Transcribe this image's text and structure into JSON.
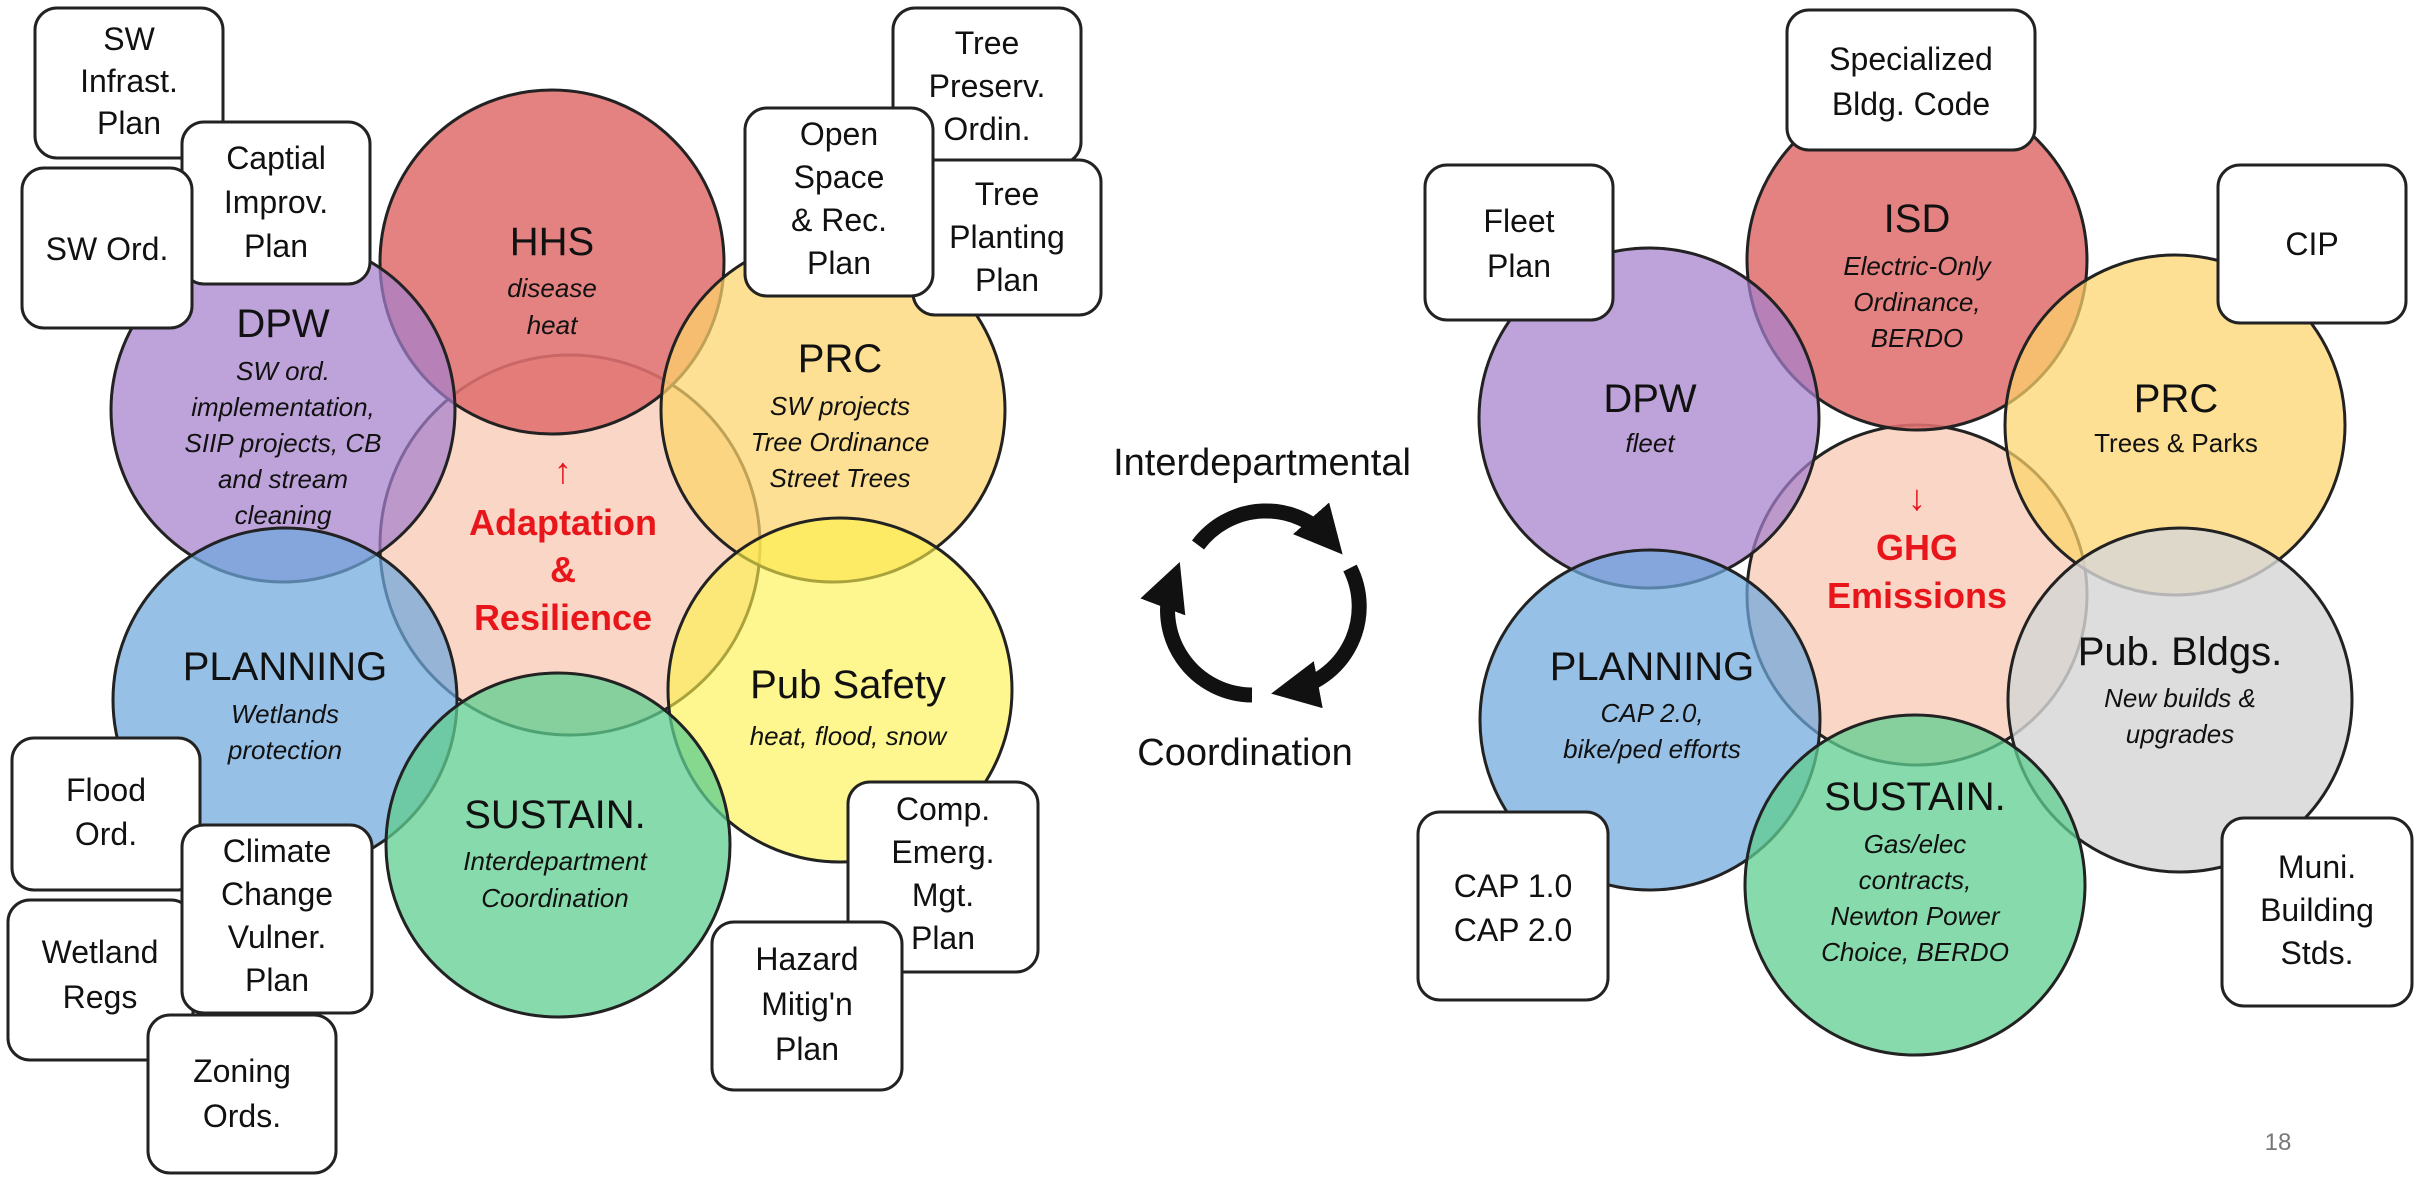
{
  "colors": {
    "hhs": "#e07070",
    "isd": "#e07070",
    "dpw": "#a57fcc",
    "prc": "#fcd46a",
    "planning": "#6fa8dc",
    "sustain": "#5fce8f",
    "pub_safety": "#fdf24a",
    "pub_bldgs": "#d6d6d6",
    "center": "#f9d6c6",
    "hub_text": "#e8161b"
  },
  "left": {
    "hub": {
      "arrow": "↑",
      "lines": [
        "Adaptation",
        "&",
        "Resilience"
      ]
    },
    "departments": {
      "hhs": {
        "name": "HHS",
        "lines": [
          "disease",
          "heat"
        ]
      },
      "dpw": {
        "name": "DPW",
        "lines": [
          "SW ord.",
          "implementation,",
          "SIIP projects, CB",
          "and stream",
          "cleaning"
        ]
      },
      "prc": {
        "name": "PRC",
        "lines": [
          "SW projects",
          "Tree Ordinance",
          "Street Trees"
        ]
      },
      "planning": {
        "name": "PLANNING",
        "lines": [
          "Wetlands",
          "protection"
        ]
      },
      "pub_safety": {
        "name": "Pub Safety",
        "lines": [
          "heat, flood, snow"
        ]
      },
      "sustain": {
        "name": "SUSTAIN.",
        "lines": [
          "Interdepartment",
          "Coordination"
        ]
      }
    },
    "documents": {
      "sw_infrast": [
        "SW",
        "Infrast.",
        "Plan"
      ],
      "capital_improv": [
        "Captial",
        "Improv.",
        "Plan"
      ],
      "sw_ord": [
        "SW Ord."
      ],
      "tree_preserv": [
        "Tree",
        "Preserv.",
        "Ordin."
      ],
      "open_space": [
        "Open",
        "Space",
        "& Rec.",
        "Plan"
      ],
      "tree_planting": [
        "Tree",
        "Planting",
        "Plan"
      ],
      "flood_ord": [
        "Flood",
        "Ord."
      ],
      "climate_change": [
        "Climate",
        "Change",
        "Vulner.",
        "Plan"
      ],
      "wetland_regs": [
        "Wetland",
        "Regs"
      ],
      "zoning_ords": [
        "Zoning",
        "Ords."
      ],
      "comp_emerg": [
        "Comp.",
        "Emerg.",
        "Mgt.",
        "Plan"
      ],
      "hazard_mitig": [
        "Hazard",
        "Mitig'n",
        "Plan"
      ]
    }
  },
  "middle": {
    "top_label": "Interdepartmental",
    "bottom_label": "Coordination"
  },
  "right": {
    "hub": {
      "arrow": "↓",
      "lines": [
        "GHG",
        "Emissions"
      ]
    },
    "departments": {
      "isd": {
        "name": "ISD",
        "lines": [
          "Electric-Only",
          "Ordinance,",
          "BERDO"
        ]
      },
      "dpw": {
        "name": "DPW",
        "lines": [
          "fleet"
        ]
      },
      "prc": {
        "name": "PRC",
        "lines": [
          "Trees & Parks"
        ]
      },
      "planning": {
        "name": "PLANNING",
        "lines": [
          "CAP 2.0,",
          "bike/ped efforts"
        ]
      },
      "pub_bldgs": {
        "name": "Pub. Bldgs.",
        "lines": [
          "New builds &",
          "upgrades"
        ]
      },
      "sustain": {
        "name": "SUSTAIN.",
        "lines": [
          "Gas/elec",
          "contracts,",
          "Newton Power",
          "Choice, BERDO"
        ]
      }
    },
    "documents": {
      "specialized_bldg": [
        "Specialized",
        "Bldg. Code"
      ],
      "fleet_plan": [
        "Fleet",
        "Plan"
      ],
      "cip": [
        "CIP"
      ],
      "cap": [
        "CAP 1.0",
        "CAP 2.0"
      ],
      "muni_building": [
        "Muni.",
        "Building",
        "Stds."
      ]
    }
  },
  "page_number": "18"
}
